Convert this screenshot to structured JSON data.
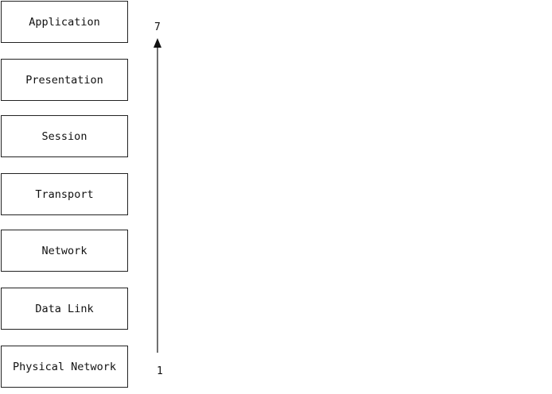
{
  "layers": [
    {
      "label": "Application"
    },
    {
      "label": "Presentation"
    },
    {
      "label": "Session"
    },
    {
      "label": "Transport"
    },
    {
      "label": "Network"
    },
    {
      "label": "Data Link"
    },
    {
      "label": "Physical Network"
    }
  ],
  "axis": {
    "top_label": "7",
    "bottom_label": "1"
  }
}
